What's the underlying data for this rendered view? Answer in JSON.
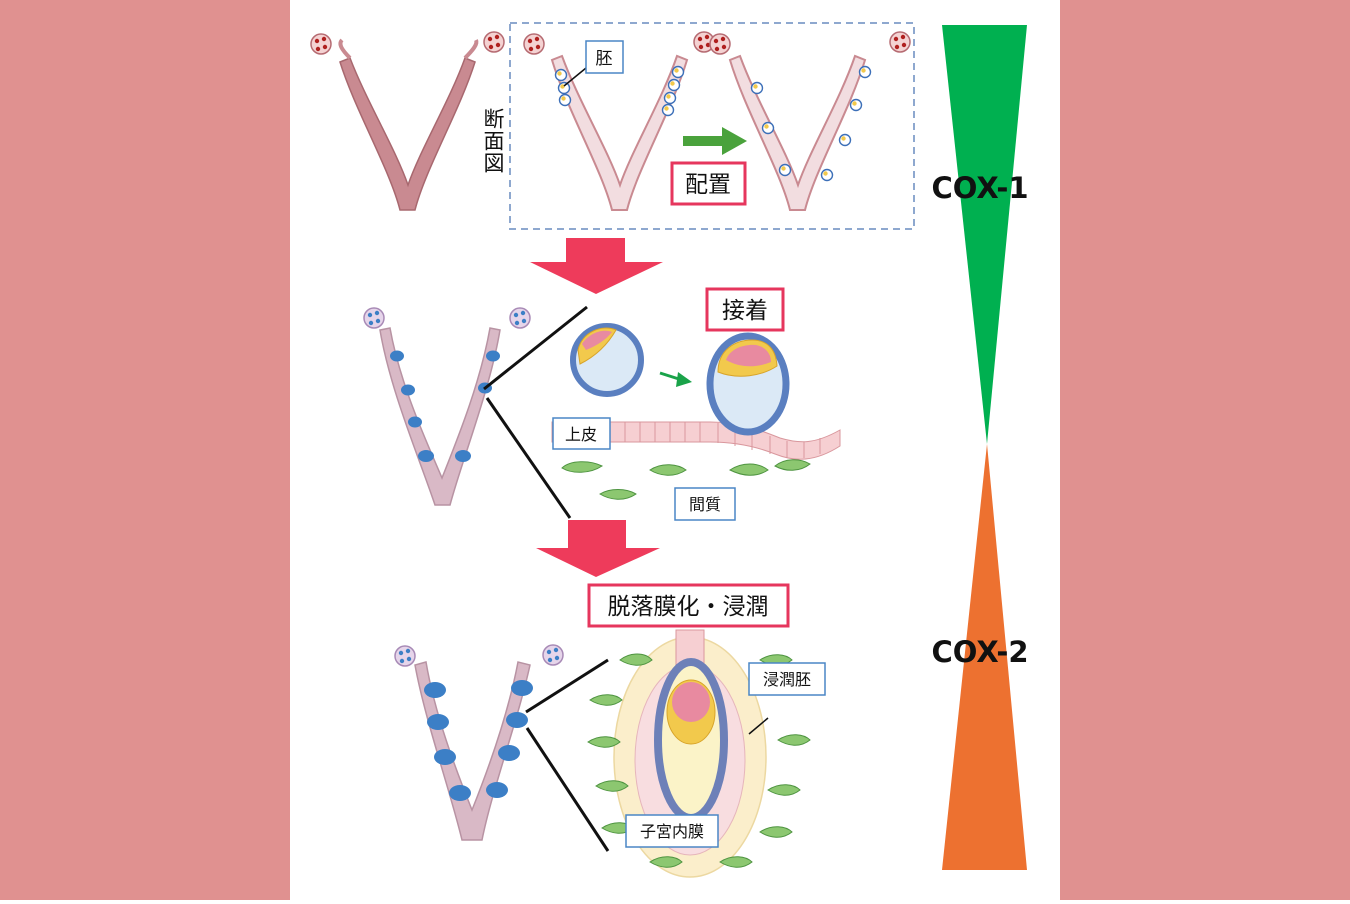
{
  "colors": {
    "background_side": "#e09190",
    "panel": "#ffffff",
    "uterus": "#c98a91",
    "uterus_light": "#f2dde0",
    "uterus_lilac": "#d9b9c6",
    "implant_spot": "#3c7fc6",
    "big_arrow": "#ee3b5b",
    "small_arrow": "#4aa23c",
    "cox1": "#00b050",
    "cox2": "#ed7130",
    "highlight_border": "#e6365d",
    "label_border": "#4a86c5"
  },
  "labels": {
    "embryo": "胚",
    "cross_section": "断面図",
    "placement": "配置",
    "adhesion": "接着",
    "epithelium": "上皮",
    "stroma": "間質",
    "decidualization_invasion": "脱落膜化・浸潤",
    "invasive_embryo": "浸潤胚",
    "endometrium": "子宮内膜"
  },
  "cox": {
    "cox1": "COX-1",
    "cox2": "COX-2"
  }
}
